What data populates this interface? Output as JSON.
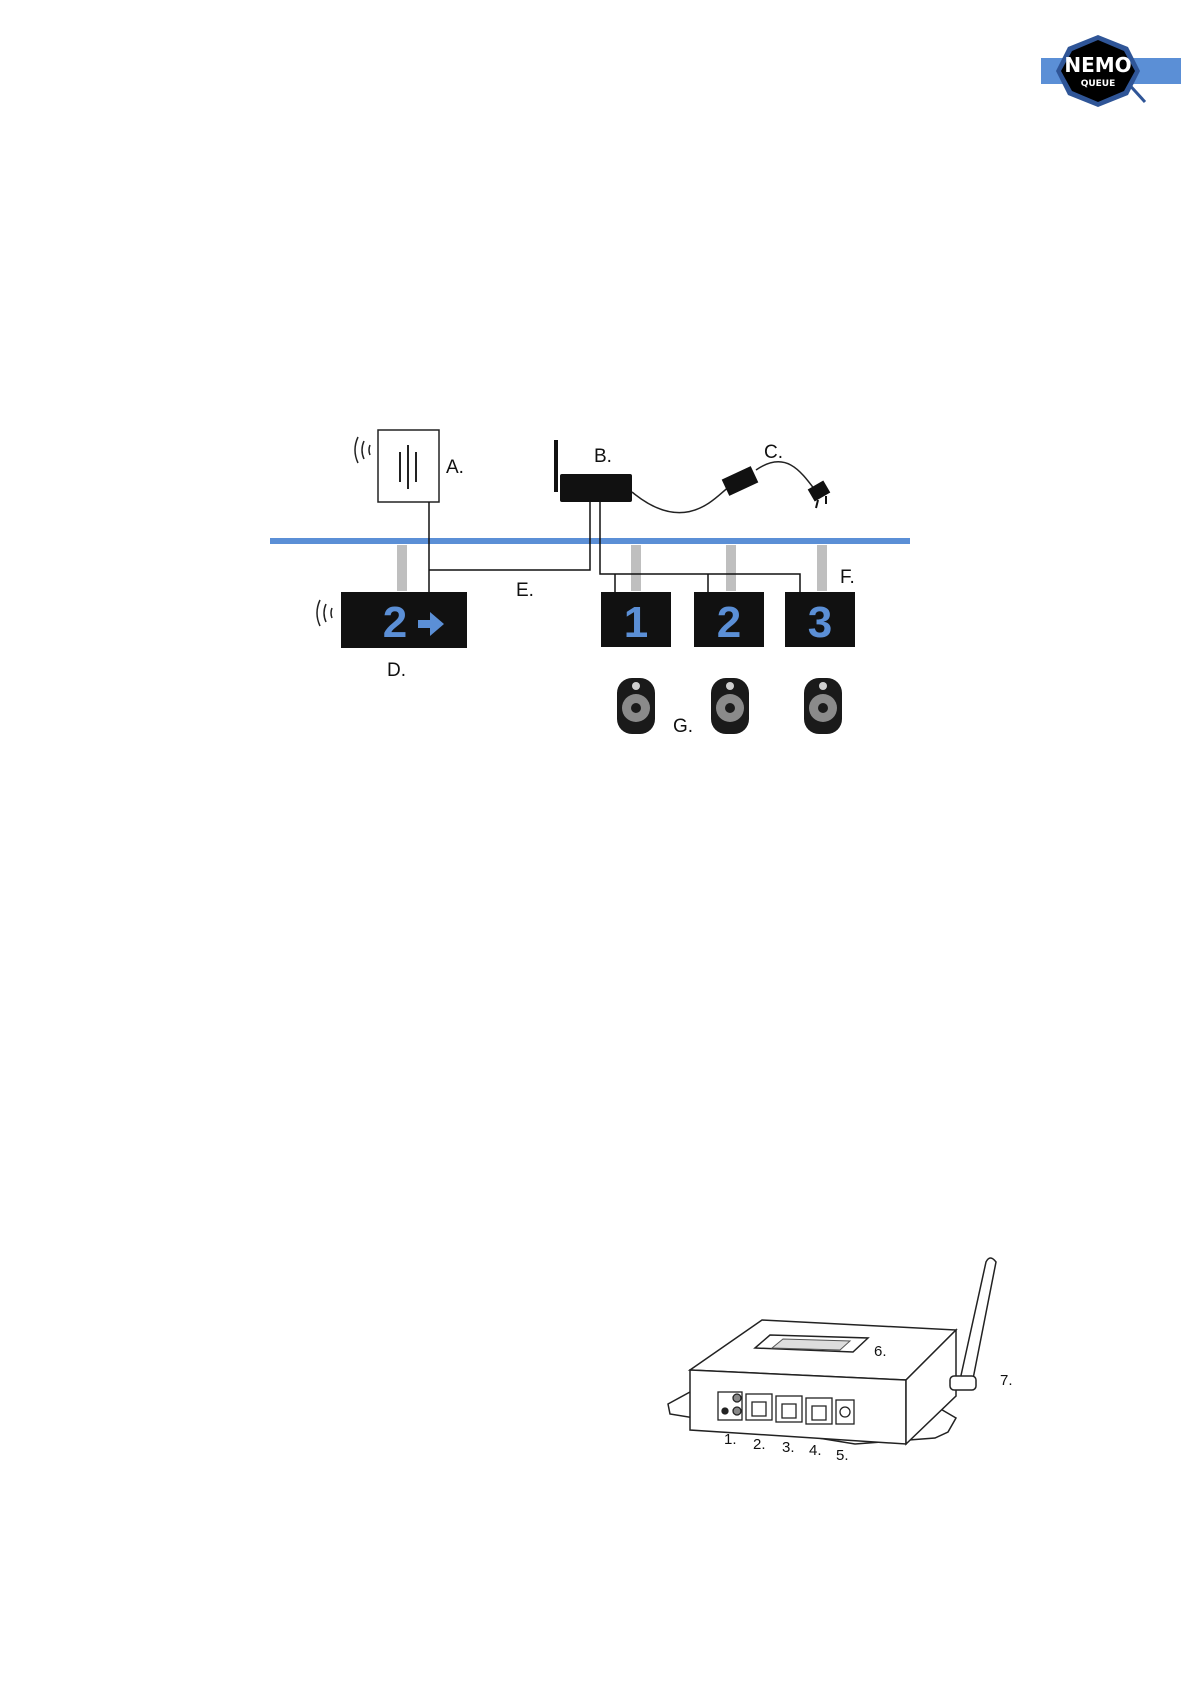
{
  "logo": {
    "line1": "NEMO",
    "line2": "QUEUE",
    "colors": {
      "band": "#5b8fd6",
      "badge": "#000000",
      "ring": "#2f5597"
    }
  },
  "system_diagram": {
    "labels": {
      "a": "A.",
      "b": "B.",
      "c": "C.",
      "d": "D.",
      "e": "E.",
      "f": "F.",
      "g": "G."
    },
    "main_display_text": "2",
    "counter_numbers": [
      "1",
      "2",
      "3"
    ],
    "colors": {
      "rail": "#5b8fd6",
      "support": "#bfbfbf",
      "display_digit": "#5b8fd6"
    }
  },
  "device_diagram": {
    "labels": [
      "1.",
      "2.",
      "3.",
      "4.",
      "5.",
      "6.",
      "7."
    ]
  }
}
